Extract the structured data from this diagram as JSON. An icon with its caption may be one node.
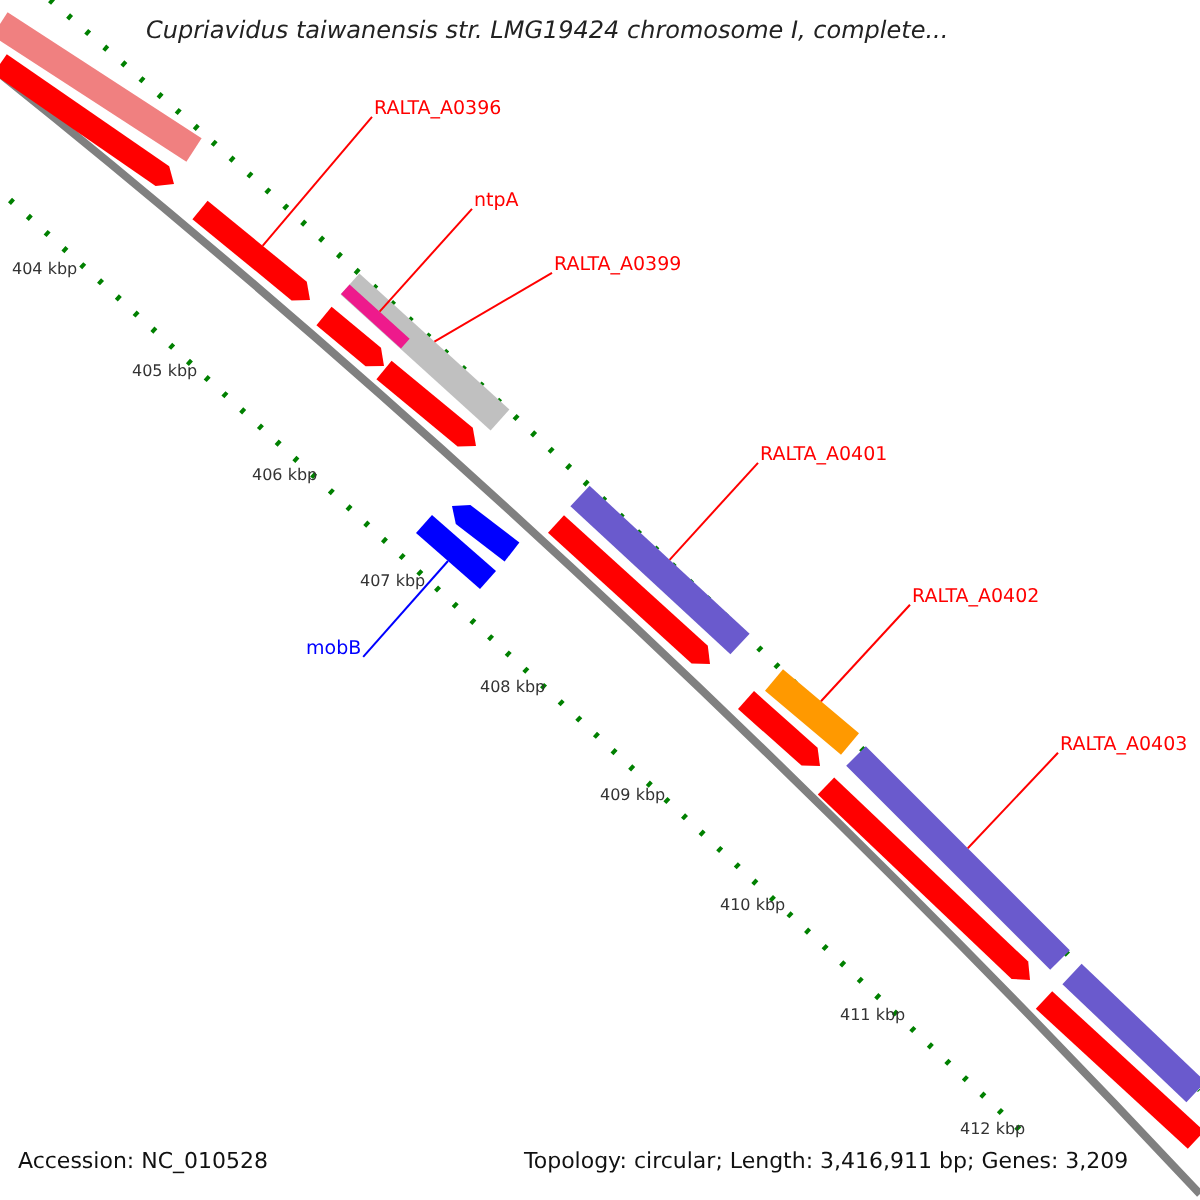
{
  "diagram": {
    "title": "Cupriavidus taiwanensis str. LMG19424 chromosome I, complete...",
    "nodes": [
      {
        "text": [
          "RALTA_A0396"
        ]
      },
      {
        "text": [
          "ntpA"
        ]
      },
      {
        "text": [
          "RALTA_A0399"
        ]
      },
      {
        "text": [
          "RALTA_A0401"
        ]
      },
      {
        "text": [
          "RALTA_A0402"
        ]
      },
      {
        "text": [
          "mobB"
        ]
      },
      {
        "text": [
          "RALTA_A0403"
        ]
      },
      {
        "text": [],
        "shape": "bar"
      },
      {
        "text": [],
        "shape": "pentagon"
      },
      {
        "text": [],
        "shape": "pentagon"
      },
      {
        "text": [],
        "shape": "bar"
      },
      {
        "text": [],
        "shape": "bar",
        "in": 10
      },
      {
        "text": [],
        "shape": "pentagon"
      },
      {
        "text": [],
        "shape": "pentagon"
      },
      {
        "text": [],
        "shape": "pentagon"
      },
      {
        "text": [],
        "shape": "bar"
      },
      {
        "text": [],
        "shape": "bar"
      },
      {
        "text": [],
        "shape": "pentagon"
      },
      {
        "text": [],
        "shape": "bar"
      },
      {
        "text": [],
        "shape": "pentagon"
      },
      {
        "text": [],
        "shape": "bar"
      },
      {
        "text": [],
        "shape": "pentagon"
      },
      {
        "text": [],
        "shape": "bar"
      },
      {
        "text": [],
        "shape": "bar"
      }
    ],
    "edges": [
      {
        "from": 0,
        "to": 9,
        "arrow": "none"
      },
      {
        "from": 1,
        "to": 11,
        "arrow": "none"
      },
      {
        "from": 2,
        "to": 10,
        "arrow": "none"
      },
      {
        "from": 3,
        "to": 16,
        "arrow": "none"
      },
      {
        "from": 4,
        "to": 18,
        "arrow": "none"
      },
      {
        "from": 5,
        "to": 15,
        "arrow": "none",
        "color": "#0000ff"
      },
      {
        "from": 6,
        "to": 20,
        "arrow": "none"
      }
    ],
    "labels": [
      "404 kbp",
      "405 kbp",
      "406 kbp",
      "407 kbp",
      "408 kbp",
      "409 kbp",
      "410 kbp",
      "411 kbp",
      "412 kbp",
      "Accession: NC_010528",
      "Topology: circular; Length: 3,416,911 bp; Genes: 3,209"
    ]
  }
}
